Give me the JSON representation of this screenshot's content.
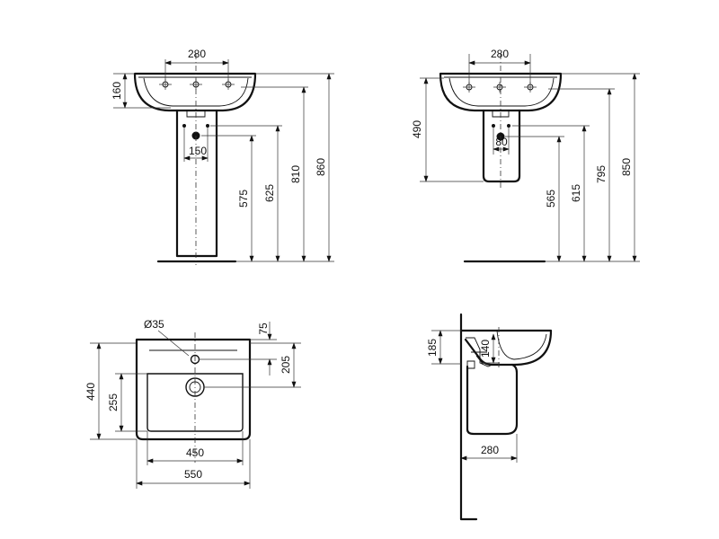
{
  "views": {
    "pedestal_front": {
      "width_280": "280",
      "height_160": "160",
      "spacing_150": "150",
      "height_575": "575",
      "height_625": "625",
      "height_810": "810",
      "height_860": "860"
    },
    "semi_pedestal_front": {
      "width_280": "280",
      "height_490": "490",
      "spacing_80": "80",
      "height_565": "565",
      "height_615": "615",
      "height_795": "795",
      "height_850": "850"
    },
    "top_view": {
      "hole_dia": "Ø35",
      "offset_75": "75",
      "depth_205": "205",
      "depth_440": "440",
      "depth_255": "255",
      "width_450": "450",
      "width_550": "550"
    },
    "side_view": {
      "height_185": "185",
      "height_140": "140",
      "depth_280": "280"
    }
  }
}
